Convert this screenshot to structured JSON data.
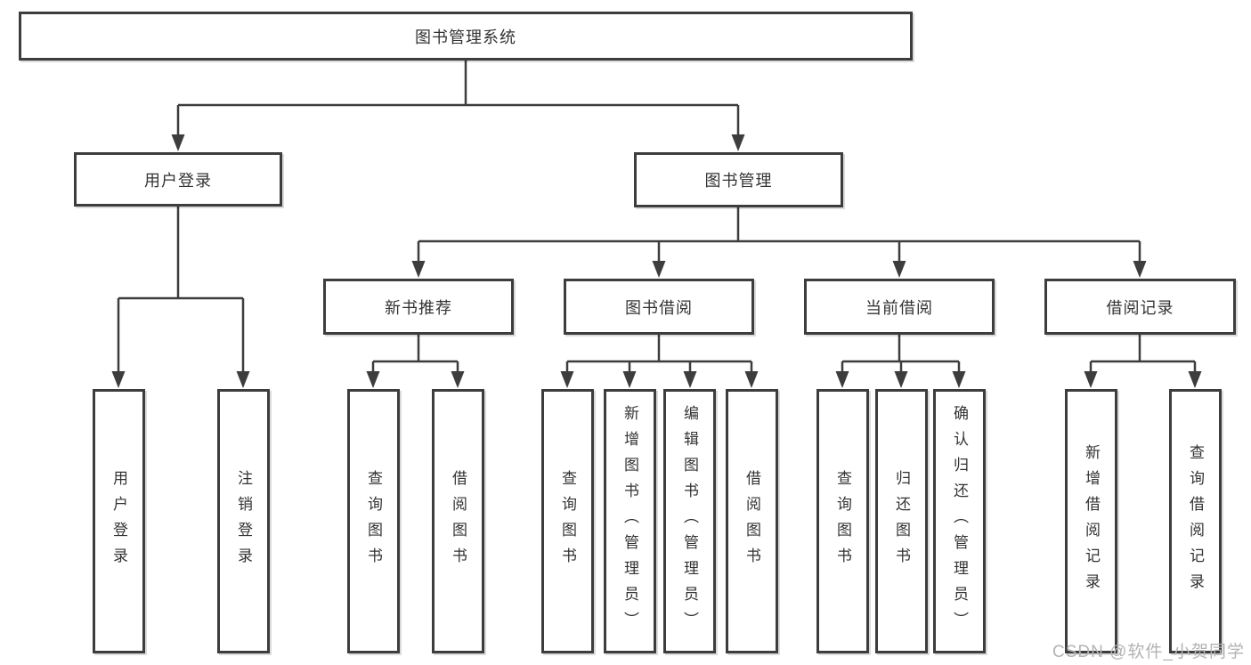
{
  "colors": {
    "line": "#3d3d3d",
    "text": "#333333",
    "background": "#ffffff",
    "watermark": "#b3b3b3"
  },
  "tree": {
    "root": {
      "label": "图书管理系统"
    },
    "branches": [
      {
        "label": "用户登录",
        "children": [
          {
            "label": "用户登录"
          },
          {
            "label": "注销登录"
          }
        ]
      },
      {
        "label": "图书管理",
        "children": [
          {
            "label": "新书推荐",
            "children": [
              {
                "label": "查询图书"
              },
              {
                "label": "借阅图书"
              }
            ]
          },
          {
            "label": "图书借阅",
            "children": [
              {
                "label": "查询图书"
              },
              {
                "label": "新增图书（管理员）"
              },
              {
                "label": "编辑图书（管理员）"
              },
              {
                "label": "借阅图书"
              }
            ]
          },
          {
            "label": "当前借阅",
            "children": [
              {
                "label": "查询图书"
              },
              {
                "label": "归还图书"
              },
              {
                "label": "确认归还（管理员）"
              }
            ]
          },
          {
            "label": "借阅记录",
            "children": [
              {
                "label": "新增借阅记录"
              },
              {
                "label": "查询借阅记录"
              }
            ]
          }
        ]
      }
    ]
  },
  "watermark": {
    "text": "CSDN @软件_小贺同学"
  }
}
